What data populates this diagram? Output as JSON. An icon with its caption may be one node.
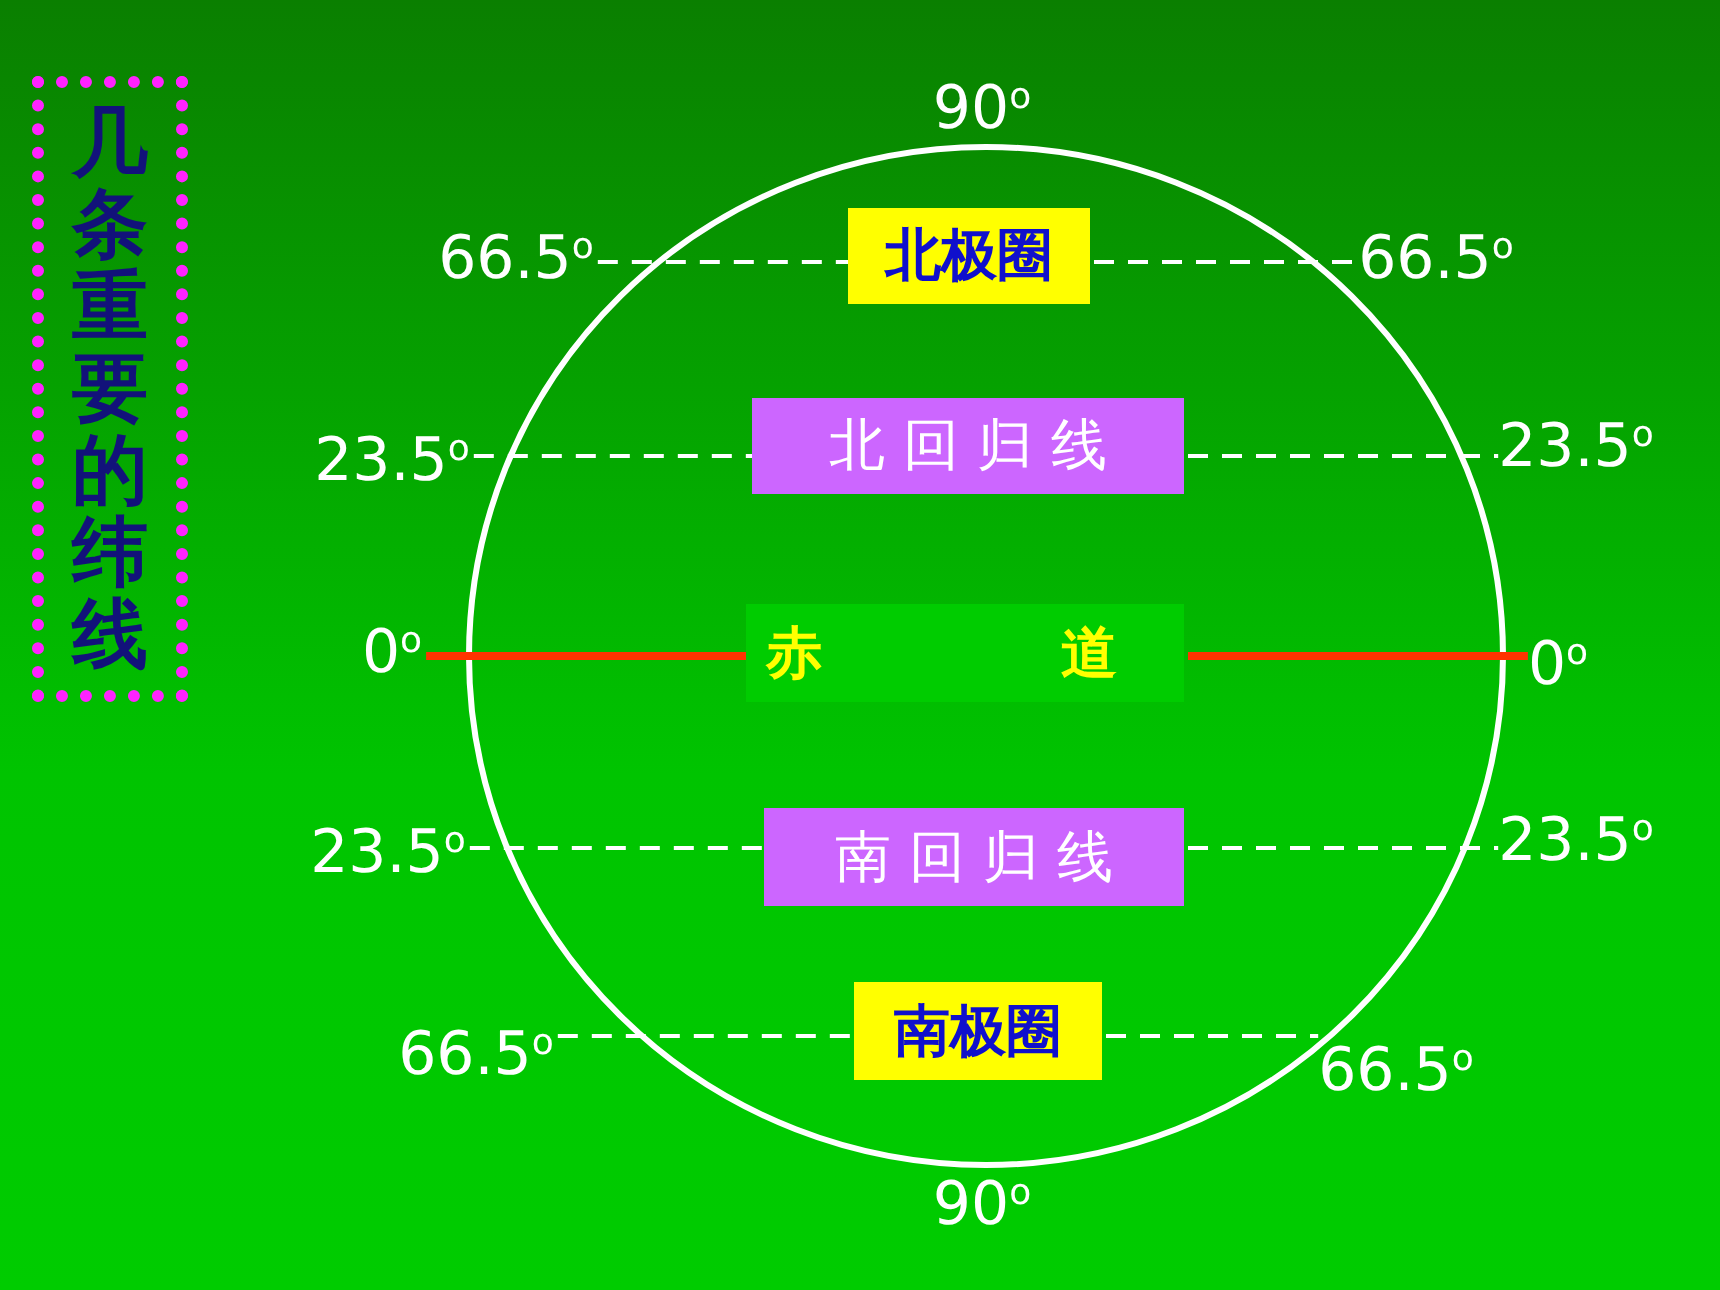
{
  "diagram": {
    "title": "几条重要的纬线",
    "nodes": [
      {
        "text": [
          "北极圈"
        ]
      },
      {
        "text": [
          "北 回 归 线"
        ]
      },
      {
        "text": [
          "赤 道"
        ]
      },
      {
        "text": [
          "南 回 归 线"
        ]
      },
      {
        "text": [
          "南极圈"
        ]
      },
      {
        "text": [
          "66.5$^{o}$"
        ]
      },
      {
        "text": [
          "66.5$^{o}$"
        ]
      },
      {
        "text": [
          "23.5$^{o}$"
        ]
      },
      {
        "text": [
          "23.5$^{o}$"
        ]
      },
      {
        "text": [
          "0$^{o}$"
        ]
      },
      {
        "text": [
          "0$^{o}$"
        ]
      },
      {
        "text": [
          "23.5$^{o}$"
        ]
      },
      {
        "text": [
          "23.5$^{o}$"
        ]
      },
      {
        "text": [
          "66.5$^{o}$"
        ]
      },
      {
        "text": [
          "66.5$^{o}$"
        ]
      }
    ],
    "edges": [
      {
        "from": 5,
        "to": 0,
        "arrow": "none",
        "style": "dashed"
      },
      {
        "from": 0,
        "to": 6,
        "arrow": "none",
        "style": "dashed"
      },
      {
        "from": 7,
        "to": 1,
        "arrow": "none",
        "style": "dashed"
      },
      {
        "from": 1,
        "to": 8,
        "arrow": "none",
        "style": "dashed"
      },
      {
        "from": 9,
        "to": 2,
        "arrow": "none",
        "style": "thick",
        "color": "#ff3300"
      },
      {
        "from": 2,
        "to": 10,
        "arrow": "none",
        "style": "thick",
        "color": "#ff3300"
      },
      {
        "from": 11,
        "to": 3,
        "arrow": "none",
        "style": "dashed"
      },
      {
        "from": 3,
        "to": 12,
        "arrow": "none",
        "style": "dashed"
      },
      {
        "from": 13,
        "to": 4,
        "arrow": "none",
        "style": "dashed"
      },
      {
        "from": 4,
        "to": 14,
        "arrow": "none",
        "style": "dashed"
      }
    ],
    "labels": [
      "90$^{o}$",
      "90$^{o}$"
    ]
  }
}
